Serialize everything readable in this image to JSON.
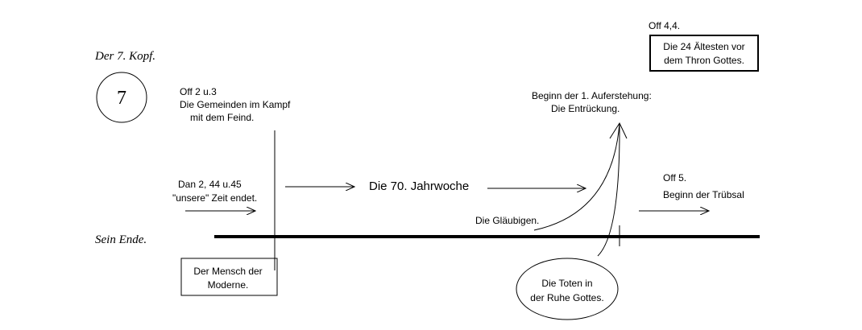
{
  "head_label": "Der 7. Kopf.",
  "head_number": "7",
  "end_label": "Sein Ende.",
  "off23": {
    "ref": "Off 2 u.3",
    "line1": "Die Gemeinden im Kampf",
    "line2": "mit dem Feind."
  },
  "dan": {
    "ref": "Dan 2, 44 u.45",
    "line1": "\"unsere\"  Zeit endet."
  },
  "week": "Die 70. Jahrwoche",
  "rapture": {
    "line1": "Beginn der 1. Auferstehung:",
    "line2": "Die Entrückung."
  },
  "believers": "Die Gläubigen.",
  "off44": {
    "ref": "Off 4,4.",
    "line1": "Die 24 Ältesten vor",
    "line2": "dem Thron Gottes."
  },
  "off5": {
    "ref": "Off 5.",
    "line1": "Beginn der Trübsal"
  },
  "modern_man": {
    "line1": "Der Mensch der",
    "line2": "Moderne."
  },
  "dead": {
    "line1": "Die Toten in",
    "line2": "der Ruhe Gottes."
  }
}
